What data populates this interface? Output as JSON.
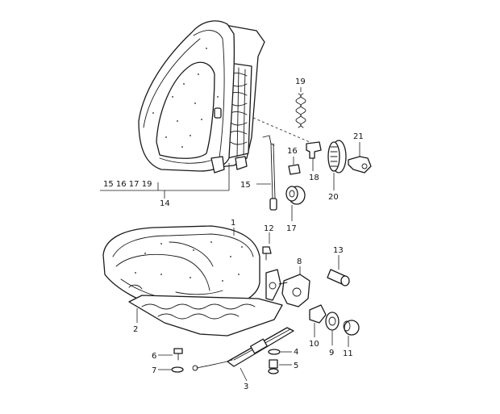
{
  "callouts": {
    "c1": "1",
    "c2": "2",
    "c3": "3",
    "c4": "4",
    "c5": "5",
    "c6": "6",
    "c7": "7",
    "c8": "8",
    "c9": "9",
    "c10": "10",
    "c11": "11",
    "c12": "12",
    "c13": "13",
    "c14": "14",
    "c15": "15",
    "c16": "16",
    "c17": "17",
    "c18": "18",
    "c19": "19",
    "c20": "20",
    "c21": "21",
    "group_14": "15 16 17 19"
  },
  "colors": {
    "line": "#1a1a1a",
    "background": "#ffffff"
  }
}
